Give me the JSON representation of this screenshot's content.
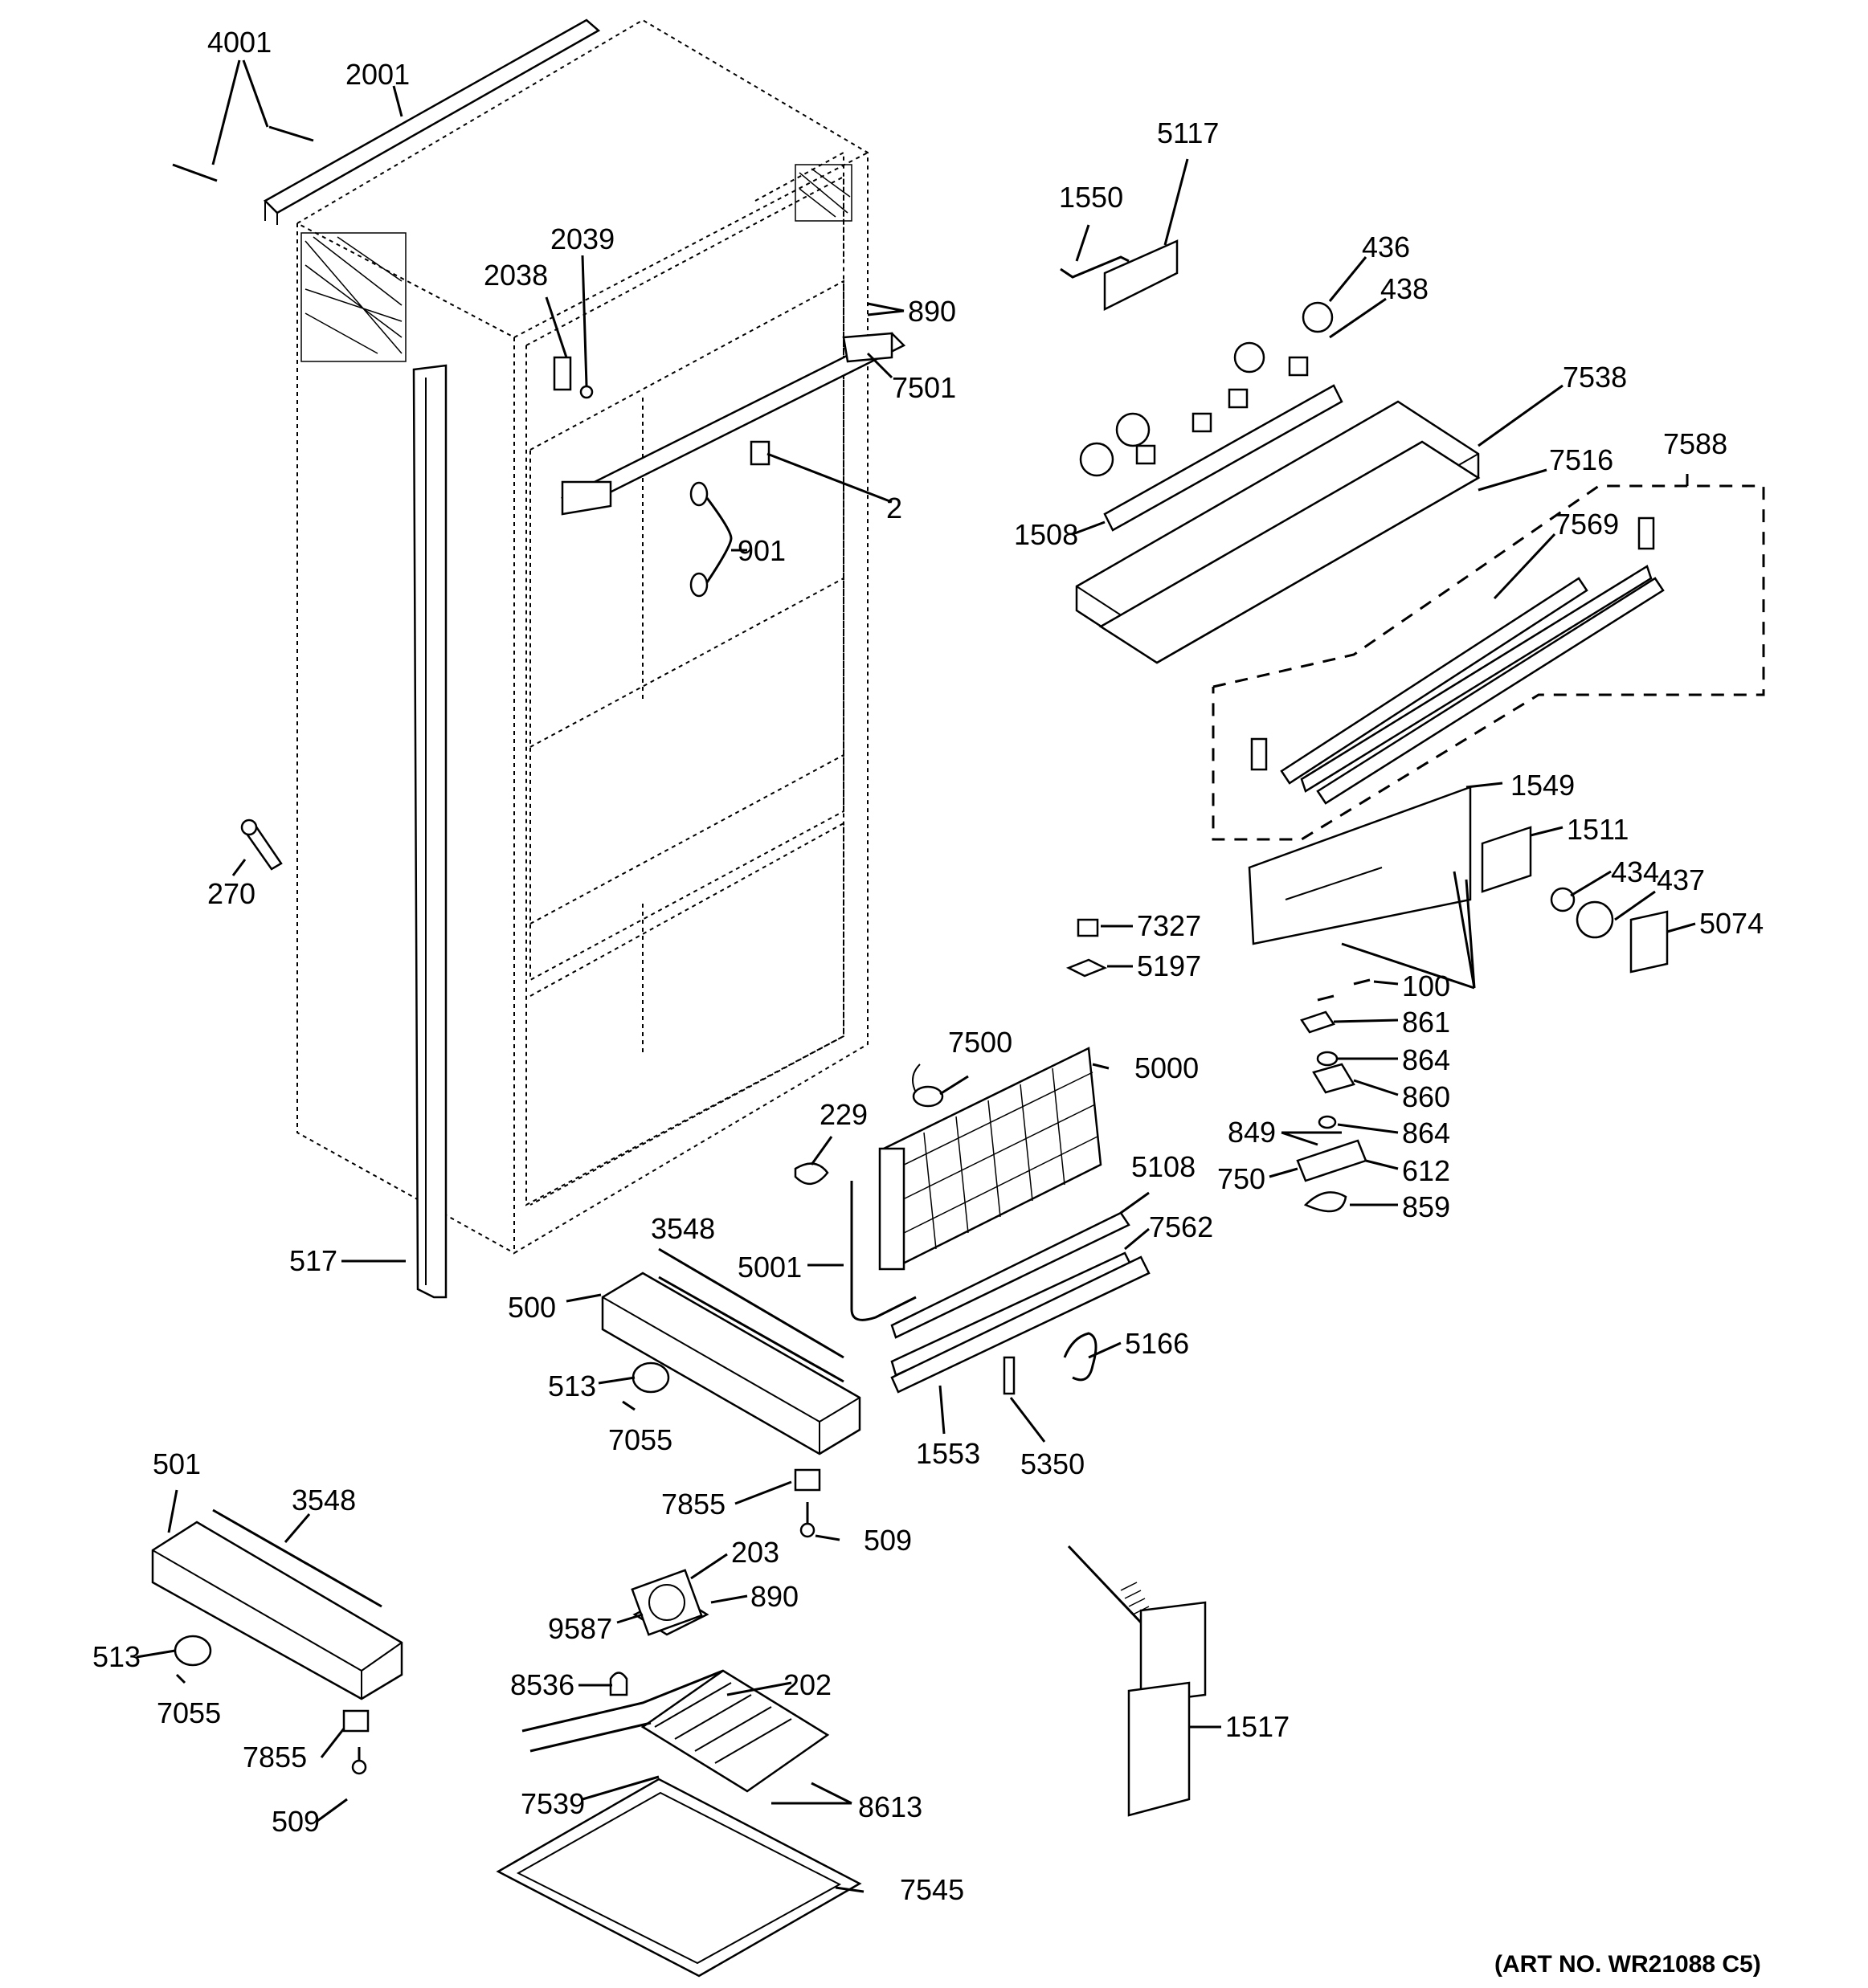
{
  "diagram": {
    "labels": {
      "p4001": "4001",
      "p2001": "2001",
      "p2038": "2038",
      "p2039": "2039",
      "p890a": "890",
      "p7501": "7501",
      "p2": "2",
      "p901": "901",
      "p270": "270",
      "p517": "517",
      "p3548a": "3548",
      "p500": "500",
      "p513a": "513",
      "p7055a": "7055",
      "p7855a": "7855",
      "p509a": "509",
      "p203": "203",
      "p890b": "890",
      "p9587": "9587",
      "p8536": "8536",
      "p202": "202",
      "p7539": "7539",
      "p8613": "8613",
      "p7545": "7545",
      "p501": "501",
      "p3548b": "3548",
      "p513b": "513",
      "p7055b": "7055",
      "p7855b": "7855",
      "p509b": "509",
      "p229": "229",
      "p5001": "5001",
      "p7500": "7500",
      "p5000": "5000",
      "p5108": "5108",
      "p7562": "7562",
      "p5166": "5166",
      "p1553": "1553",
      "p5350": "5350",
      "p1517": "1517",
      "p5117": "5117",
      "p1550": "1550",
      "p436": "436",
      "p438": "438",
      "p7538": "7538",
      "p7516": "7516",
      "p7588": "7588",
      "p7569": "7569",
      "p1508": "1508",
      "p1549": "1549",
      "p1511": "1511",
      "p434": "434",
      "p437": "437",
      "p5074": "5074",
      "p7327": "7327",
      "p5197": "5197",
      "p100": "100",
      "p861": "861",
      "p864a": "864",
      "p860": "860",
      "p849": "849",
      "p864b": "864",
      "p750": "750",
      "p612": "612",
      "p859": "859"
    },
    "art_number": "(ART NO. WR21088 C5)"
  }
}
